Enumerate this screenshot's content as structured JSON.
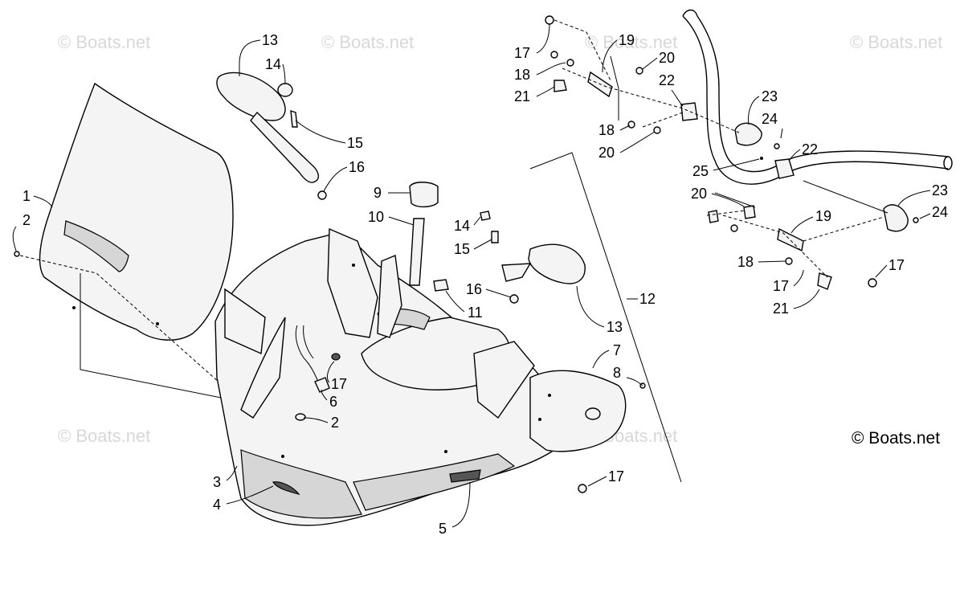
{
  "watermark": "© Boats.net",
  "copyright": "© Boats.net",
  "callouts": {
    "c1": "1",
    "c2a": "2",
    "c2b": "2",
    "c3": "3",
    "c4": "4",
    "c5": "5",
    "c6": "6",
    "c7": "7",
    "c8": "8",
    "c9": "9",
    "c10": "10",
    "c11": "11",
    "c12": "12",
    "c13a": "13",
    "c13b": "13",
    "c14a": "14",
    "c14b": "14",
    "c15a": "15",
    "c15b": "15",
    "c16a": "16",
    "c16b": "16",
    "c17a": "17",
    "c17b": "17",
    "c17c": "17",
    "c17d": "17",
    "c17e": "17",
    "c18a": "18",
    "c18b": "18",
    "c18c": "18",
    "c19a": "19",
    "c19b": "19",
    "c20a": "20",
    "c20b": "20",
    "c20c": "20",
    "c21a": "21",
    "c21b": "21",
    "c22a": "22",
    "c22b": "22",
    "c23a": "23",
    "c23b": "23",
    "c24a": "24",
    "c24b": "24",
    "c25": "25"
  }
}
